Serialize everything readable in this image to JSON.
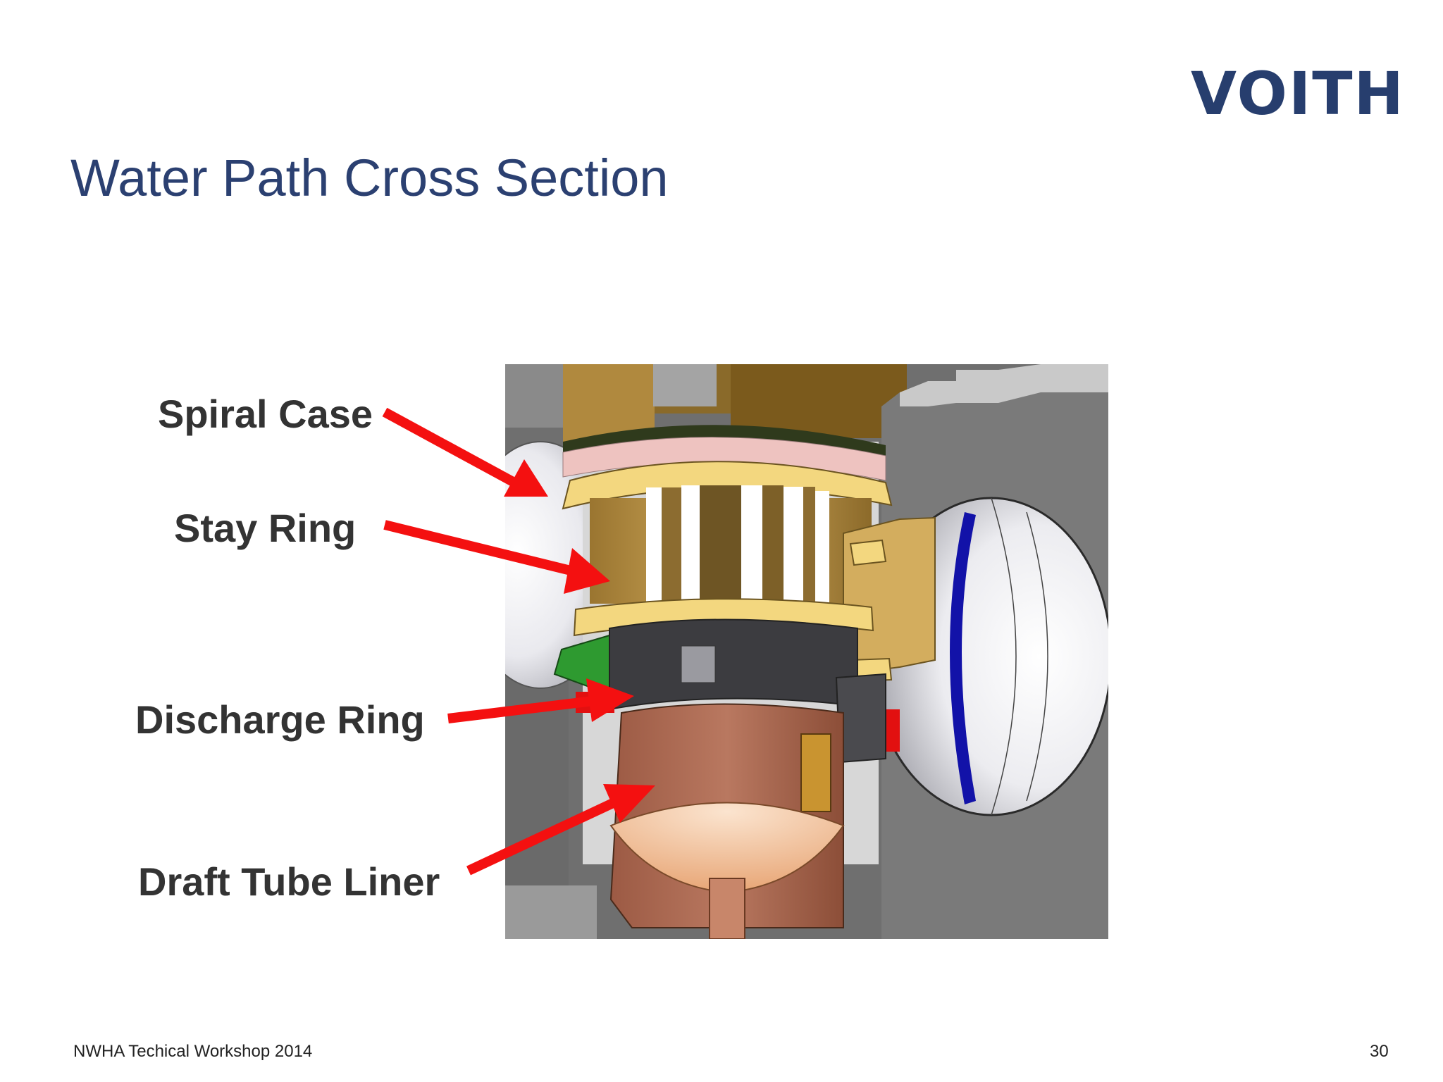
{
  "header": {
    "logo_text": "VOITH",
    "title": "Water Path Cross Section"
  },
  "diagram": {
    "labels": {
      "spiral_case": "Spiral Case",
      "stay_ring": "Stay Ring",
      "discharge_ring": "Discharge Ring",
      "draft_tube_liner": "Draft Tube Liner"
    },
    "colors": {
      "arrow": "#f41010",
      "concrete": "#6e6e6e",
      "stay_ring": "#d9b35c",
      "discharge_ring": "#3a3a3c",
      "draft_tube_liner": "#b06a4e",
      "spiral_liner": "#1010a0",
      "title": "#2b4071",
      "logo": "#273e6e"
    }
  },
  "footer": {
    "event": "NWHA Techical Workshop 2014",
    "page_number": "30"
  }
}
